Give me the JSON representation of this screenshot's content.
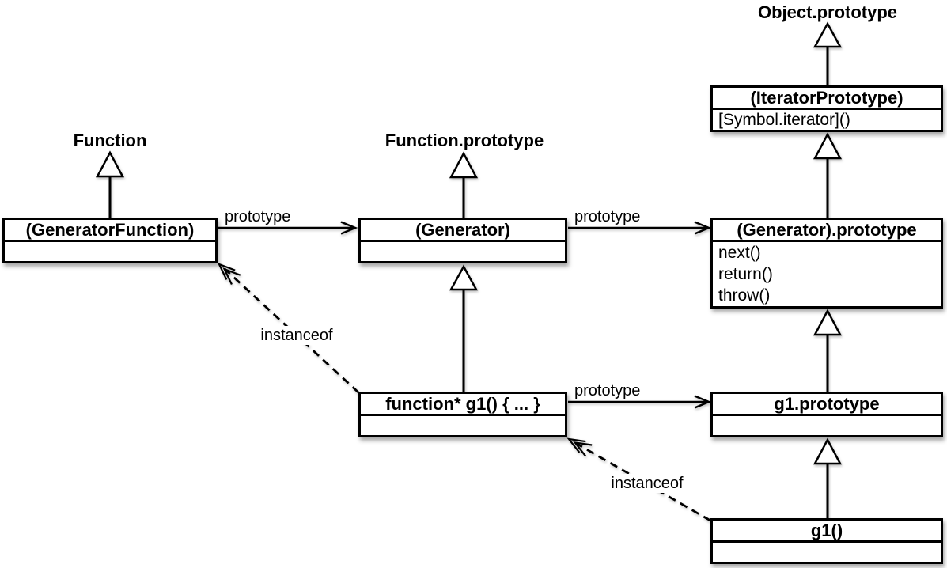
{
  "diagram": {
    "free_labels": {
      "function": "Function",
      "function_prototype": "Function.prototype",
      "object_prototype": "Object.prototype"
    },
    "boxes": {
      "generator_function": {
        "title": "(GeneratorFunction)",
        "members": []
      },
      "generator": {
        "title": "(Generator)",
        "members": []
      },
      "iterator_prototype": {
        "title": "(IteratorPrototype)",
        "members": [
          "[Symbol.iterator]()"
        ]
      },
      "generator_prototype": {
        "title": "(Generator).prototype",
        "members": [
          "next()",
          "return()",
          "throw()"
        ]
      },
      "g1_function": {
        "title": "function* g1() { ... }",
        "members": []
      },
      "g1_prototype": {
        "title": "g1.prototype",
        "members": []
      },
      "g1_call": {
        "title": "g1()",
        "members": []
      }
    },
    "edge_labels": {
      "prototype_gf_to_generator": "prototype",
      "prototype_generator_to_generator_prototype": "prototype",
      "prototype_g1fn_to_g1_prototype": "prototype",
      "instanceof_g1fn_to_generatorfunction": "instanceof",
      "instanceof_g1call_to_g1fn": "instanceof"
    },
    "colors": {
      "stroke": "#000000",
      "box_fill": "#ffffff",
      "background": "#ffffff",
      "text": "#000000"
    }
  }
}
